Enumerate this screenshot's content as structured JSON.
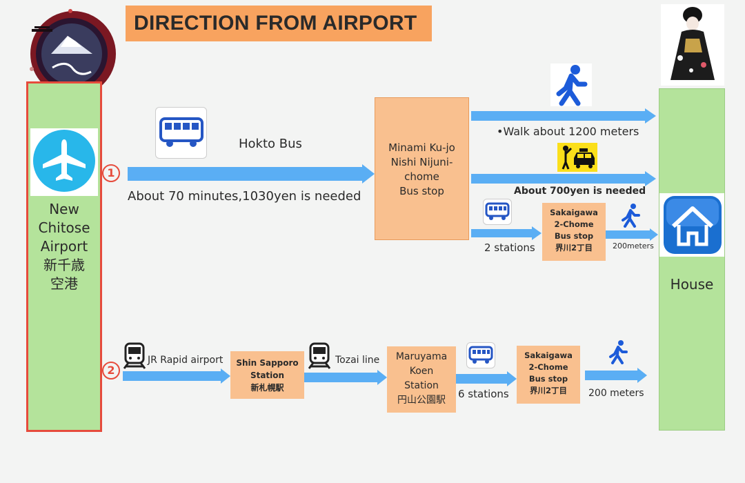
{
  "title": "DIRECTION FROM AIRPORT",
  "airport": {
    "lines": [
      "New",
      "Chitose",
      "Airport",
      "新千歳",
      "空港"
    ]
  },
  "house": {
    "label": "House"
  },
  "route1": {
    "number": "1",
    "bus_label": "Hokto Bus",
    "bus_note": "About 70 minutes,1030yen is needed",
    "stop_lines": [
      "Minami Ku-jo",
      "Nishi Nijuni-",
      "chome",
      "Bus stop"
    ],
    "walk_note": "Walk about 1200 meters",
    "taxi_note": "About 700yen is needed",
    "bus2_note": "2 stations",
    "sakaigawa_lines": [
      "Sakaigawa",
      "2-Chome",
      "Bus stop",
      "界川2丁目"
    ],
    "walk2_note": "200meters"
  },
  "route2": {
    "number": "2",
    "train_label": "JR Rapid airport",
    "shin_lines": [
      "Shin Sapporo",
      "Station",
      "新札幌駅"
    ],
    "subway_label": "Tozai line",
    "maru_lines": [
      "Maruyama",
      "Koen",
      "Station",
      "円山公園駅"
    ],
    "bus_note": "6 stations",
    "sakaigawa_lines": [
      "Sakaigawa",
      "2-Chome",
      "Bus stop",
      "界川2丁目"
    ],
    "walk_note": "200 meters"
  },
  "colors": {
    "arrow": "#5aaef4",
    "orange_box": "#f9c08f",
    "title_bg": "#f8a35f",
    "green": "#b4e39b",
    "red": "#e64b3c",
    "plane_blue": "#28b7ea",
    "house_blue": "#1a6fd0",
    "walker_blue": "#1c5bd9"
  }
}
